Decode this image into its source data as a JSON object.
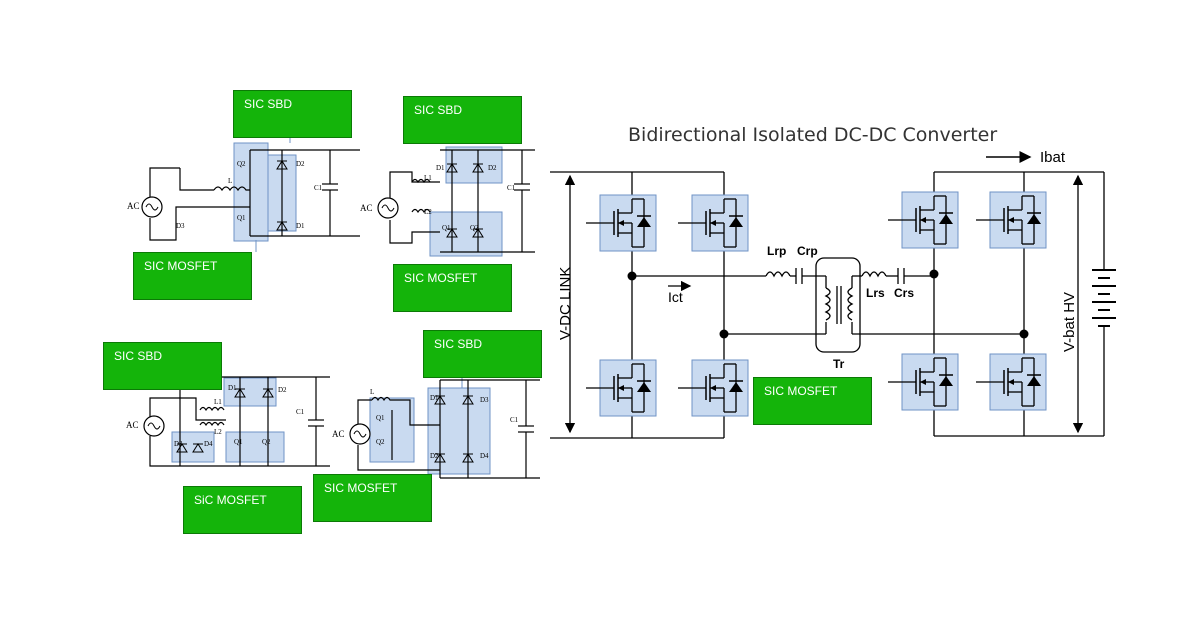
{
  "title": "Bidirectional Isolated DC-DC Converter",
  "callouts": {
    "sbd": "SIC SBD",
    "mosfet": "SIC MOSFET",
    "mosfet_alt": "SiC MOSFET"
  },
  "converter": {
    "left_bus_label": "V-DC LINK",
    "right_bus_label": "V-bat HV",
    "lrp": "Lrp",
    "crp": "Crp",
    "lrs": "Lrs",
    "crs": "Crs",
    "transformer": "Tr",
    "ict": "Ict",
    "ibat": "Ibat"
  },
  "pfc": {
    "ac": "AC",
    "c1": "C1",
    "l": "L",
    "l1": "L1",
    "l2": "L2",
    "d1": "D1",
    "d2": "D2",
    "d3": "D3",
    "d4": "D4",
    "q1": "Q1",
    "q2": "Q2"
  },
  "colors": {
    "callout_green": "#14b40a",
    "highlight_fill": "#c9daf0",
    "highlight_border": "#6f93c6",
    "wire": "#000000"
  }
}
